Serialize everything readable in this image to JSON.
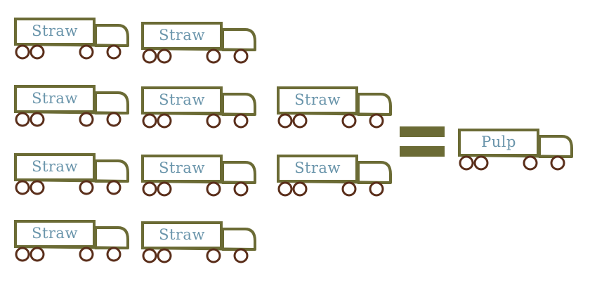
{
  "colors": {
    "truck_outline": "#6b6b35",
    "wheel": "#5a2e1a",
    "label_text": "#6a95ab",
    "equals_bar": "#6b6b35",
    "background": "#ffffff"
  },
  "straw_trucks": [
    {
      "label": "Straw"
    },
    {
      "label": "Straw"
    },
    {
      "label": "Straw"
    },
    {
      "label": "Straw"
    },
    {
      "label": "Straw"
    },
    {
      "label": "Straw"
    },
    {
      "label": "Straw"
    },
    {
      "label": "Straw"
    },
    {
      "label": "Straw"
    },
    {
      "label": "Straw"
    }
  ],
  "equals_sign": "equals-sign",
  "result_truck": {
    "label": "Pulp"
  }
}
